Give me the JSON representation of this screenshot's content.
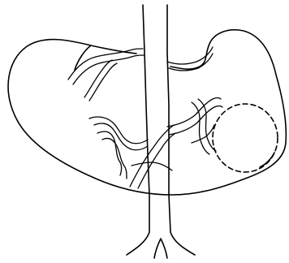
{
  "diagram": {
    "kind": "anatomical line drawing",
    "style": "black ink outline on white",
    "colors": {
      "ink": "#000000",
      "background": "#ffffff"
    },
    "structures": [
      "left-organ-outline",
      "right-organ-outline",
      "central-tube",
      "upper-vessel-network",
      "lower-vessel-network",
      "dashed-circle-marker"
    ]
  }
}
